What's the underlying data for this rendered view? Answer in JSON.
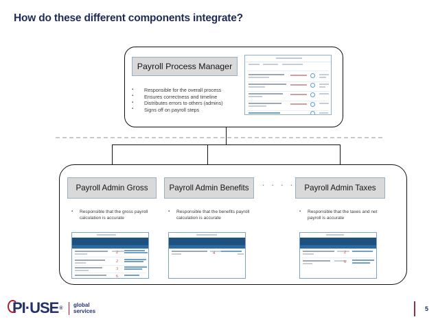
{
  "slide": {
    "title": "How do these different components integrate?",
    "page_number": "5",
    "title_color": "#1f2b55",
    "box_fill_color": "#d9d9d9",
    "box_border_color": "#9aadc4",
    "accent_color": "#b01b34"
  },
  "manager": {
    "label": "Payroll Process Manager",
    "bullets": [
      "Responsible for the overall process",
      "Ensures correctness and timeline",
      "Distributes errors to others (admins)",
      "Signs off on payroll steps"
    ]
  },
  "admins": [
    {
      "label": "Payroll Admin Gross",
      "bullet": "Responsible that the gross payroll calculation is accurate"
    },
    {
      "label": "Payroll Admin Benefits",
      "bullet": "Responsible that the benefits payroll calculation is accurate"
    },
    {
      "label": "Payroll Admin Taxes",
      "bullet": "Responsible that the taxes and net payroll is accurate"
    }
  ],
  "ellipsis": {
    "dots": [
      "·",
      "·",
      "·",
      "·"
    ]
  },
  "footer": {
    "logo_text": "PI·USE",
    "logo_registered": "®",
    "logo_tagline_line1": "global",
    "logo_tagline_line2": "services"
  }
}
